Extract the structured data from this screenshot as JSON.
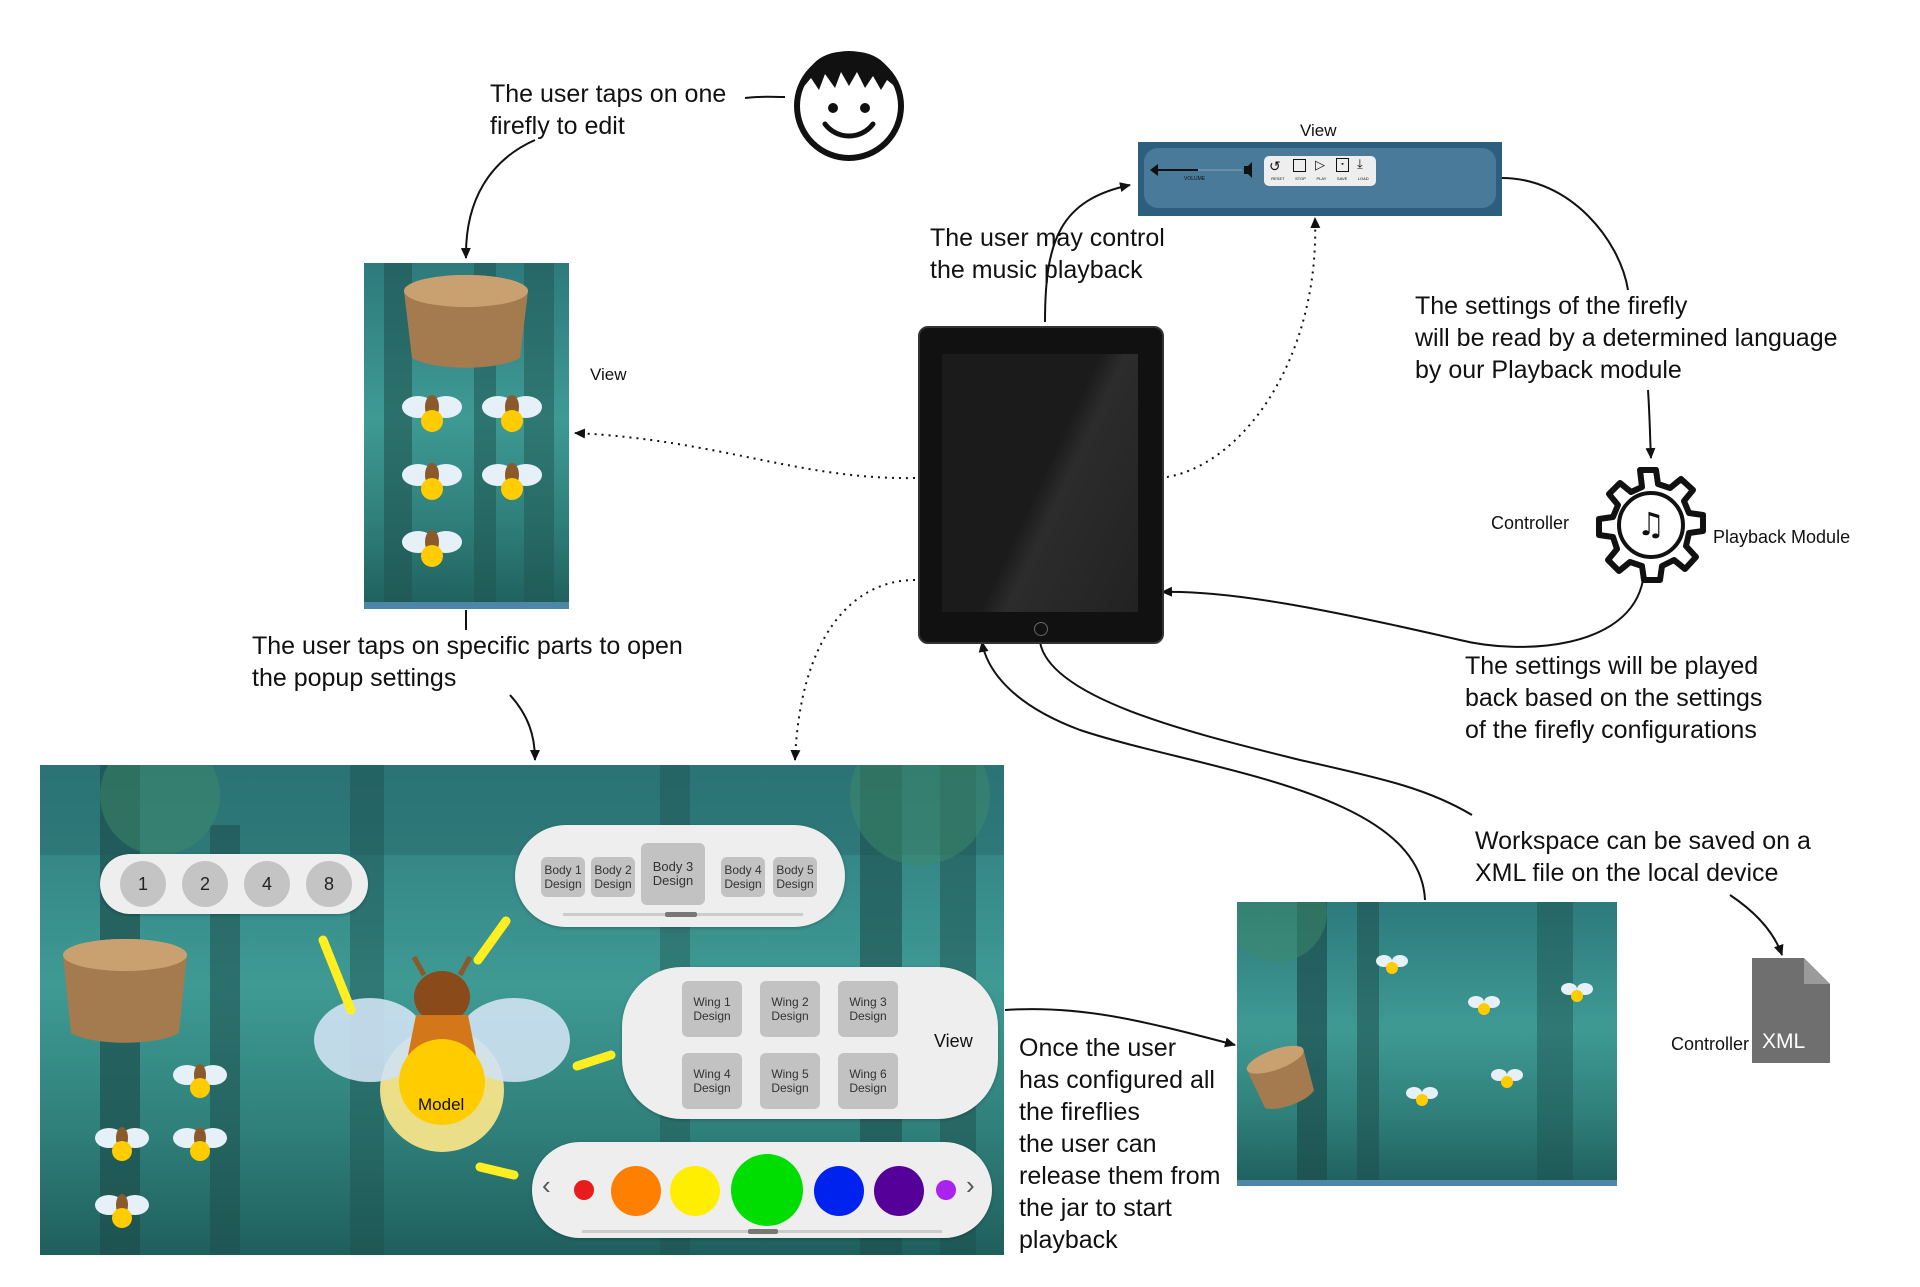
{
  "user_note": "The user taps on one\n firefly to edit",
  "parts_note": "The user taps on specific parts to open\nthe popup settings",
  "music_note": "The user may control\nthe music playback",
  "settings_note": "The settings of the firefly\nwill be read by a determined language\nby our Playback module",
  "played_note": "The settings will be played\nback based on the settings\nof the firefly configurations",
  "workspace_note": "Workspace can be saved on a\nXML file on the local device",
  "release_note": "Once the user\nhas configured all\nthe fireflies\nthe user can\nrelease them from\nthe jar to start\nplayback",
  "labels": {
    "view_jar": "View",
    "view_player": "View",
    "view_editor": "View",
    "controller_playback": "Controller",
    "playback_module": "Playback Module",
    "controller_xml": "Controller",
    "model": "Model",
    "xml": "XML"
  },
  "player_bar": {
    "volume_label": "VOLUME",
    "buttons": [
      "RESET",
      "STOP",
      "PLAY",
      "SAVE",
      "LOAD"
    ]
  },
  "count_buttons": [
    "1",
    "2",
    "4",
    "8"
  ],
  "body_designs": [
    "Body 1\nDesign",
    "Body 2\nDesign",
    "Body 3\nDesign",
    "Body 4\nDesign",
    "Body 5\nDesign"
  ],
  "wing_designs": [
    "Wing 1\nDesign",
    "Wing 2\nDesign",
    "Wing 3\nDesign",
    "Wing 4\nDesign",
    "Wing 5\nDesign",
    "Wing 6\nDesign"
  ],
  "colors": {
    "swatches": [
      "#e81c1c",
      "#ff7f00",
      "#ffee00",
      "#00dd00",
      "#0022ee",
      "#550099",
      "#aa22ee"
    ],
    "forest": "#2d7a7c",
    "player_bg": "#4a7a9a",
    "bulb": "#ffcc00"
  }
}
